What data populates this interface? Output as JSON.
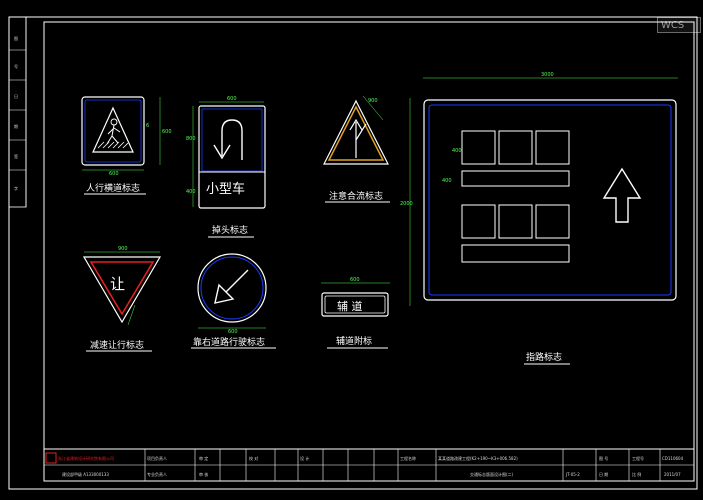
{
  "viewport": {
    "wcs_label": "WCS"
  },
  "colors": {
    "background": "#000000",
    "lines": "#ffffff",
    "dimension": "#4cff4c",
    "sign_blue": "#1a3cff",
    "sign_red": "#e02020",
    "sign_yellow": "#e0a020"
  },
  "side_strip": {
    "labels": [
      "图",
      "号",
      "日",
      "期",
      "签",
      "字"
    ]
  },
  "signs": {
    "pedestrian": {
      "caption": "人行横道标志",
      "dims": {
        "width": "600",
        "height": "600",
        "inner": "6"
      }
    },
    "uturn": {
      "caption": "掉头标志",
      "plate_text": "小型车",
      "dims": {
        "width": "600",
        "height": "800",
        "lower": "400"
      }
    },
    "merge": {
      "caption": "注意合流标志",
      "dims": {
        "side": "900"
      }
    },
    "yield": {
      "caption": "减速让行标志",
      "symbol_text": "让",
      "dims": {
        "width": "900"
      }
    },
    "keep_right": {
      "caption": "靠右道路行驶标志",
      "dims": {
        "diameter": "600"
      }
    },
    "sidewalk_plate": {
      "caption": "辅道附标",
      "plate_text": "辅 道",
      "dims": {
        "width": "600"
      }
    },
    "guide": {
      "caption": "指路标志",
      "dims": {
        "width": "3000",
        "height": "2000",
        "box_a": "400",
        "box_b": "400"
      }
    }
  },
  "title_block": {
    "company": "浙江省建筑设计研究院有限公司",
    "certificate": "建设部甲级 A133000133",
    "project_label": "工程名称",
    "project_name": "某某道路改建工程(K2+190~K3+006.582)",
    "drawing_title": "交通标志版面设计图(二)",
    "drawing_no": "JT-05-2",
    "fields": [
      "项目负责人",
      "审 定",
      "校 对",
      "设 计",
      "审 核",
      "专业负责人",
      "图 号",
      "日 期",
      "工程号",
      "比 例"
    ],
    "project_no": "CD110604",
    "date": "2011/07"
  }
}
